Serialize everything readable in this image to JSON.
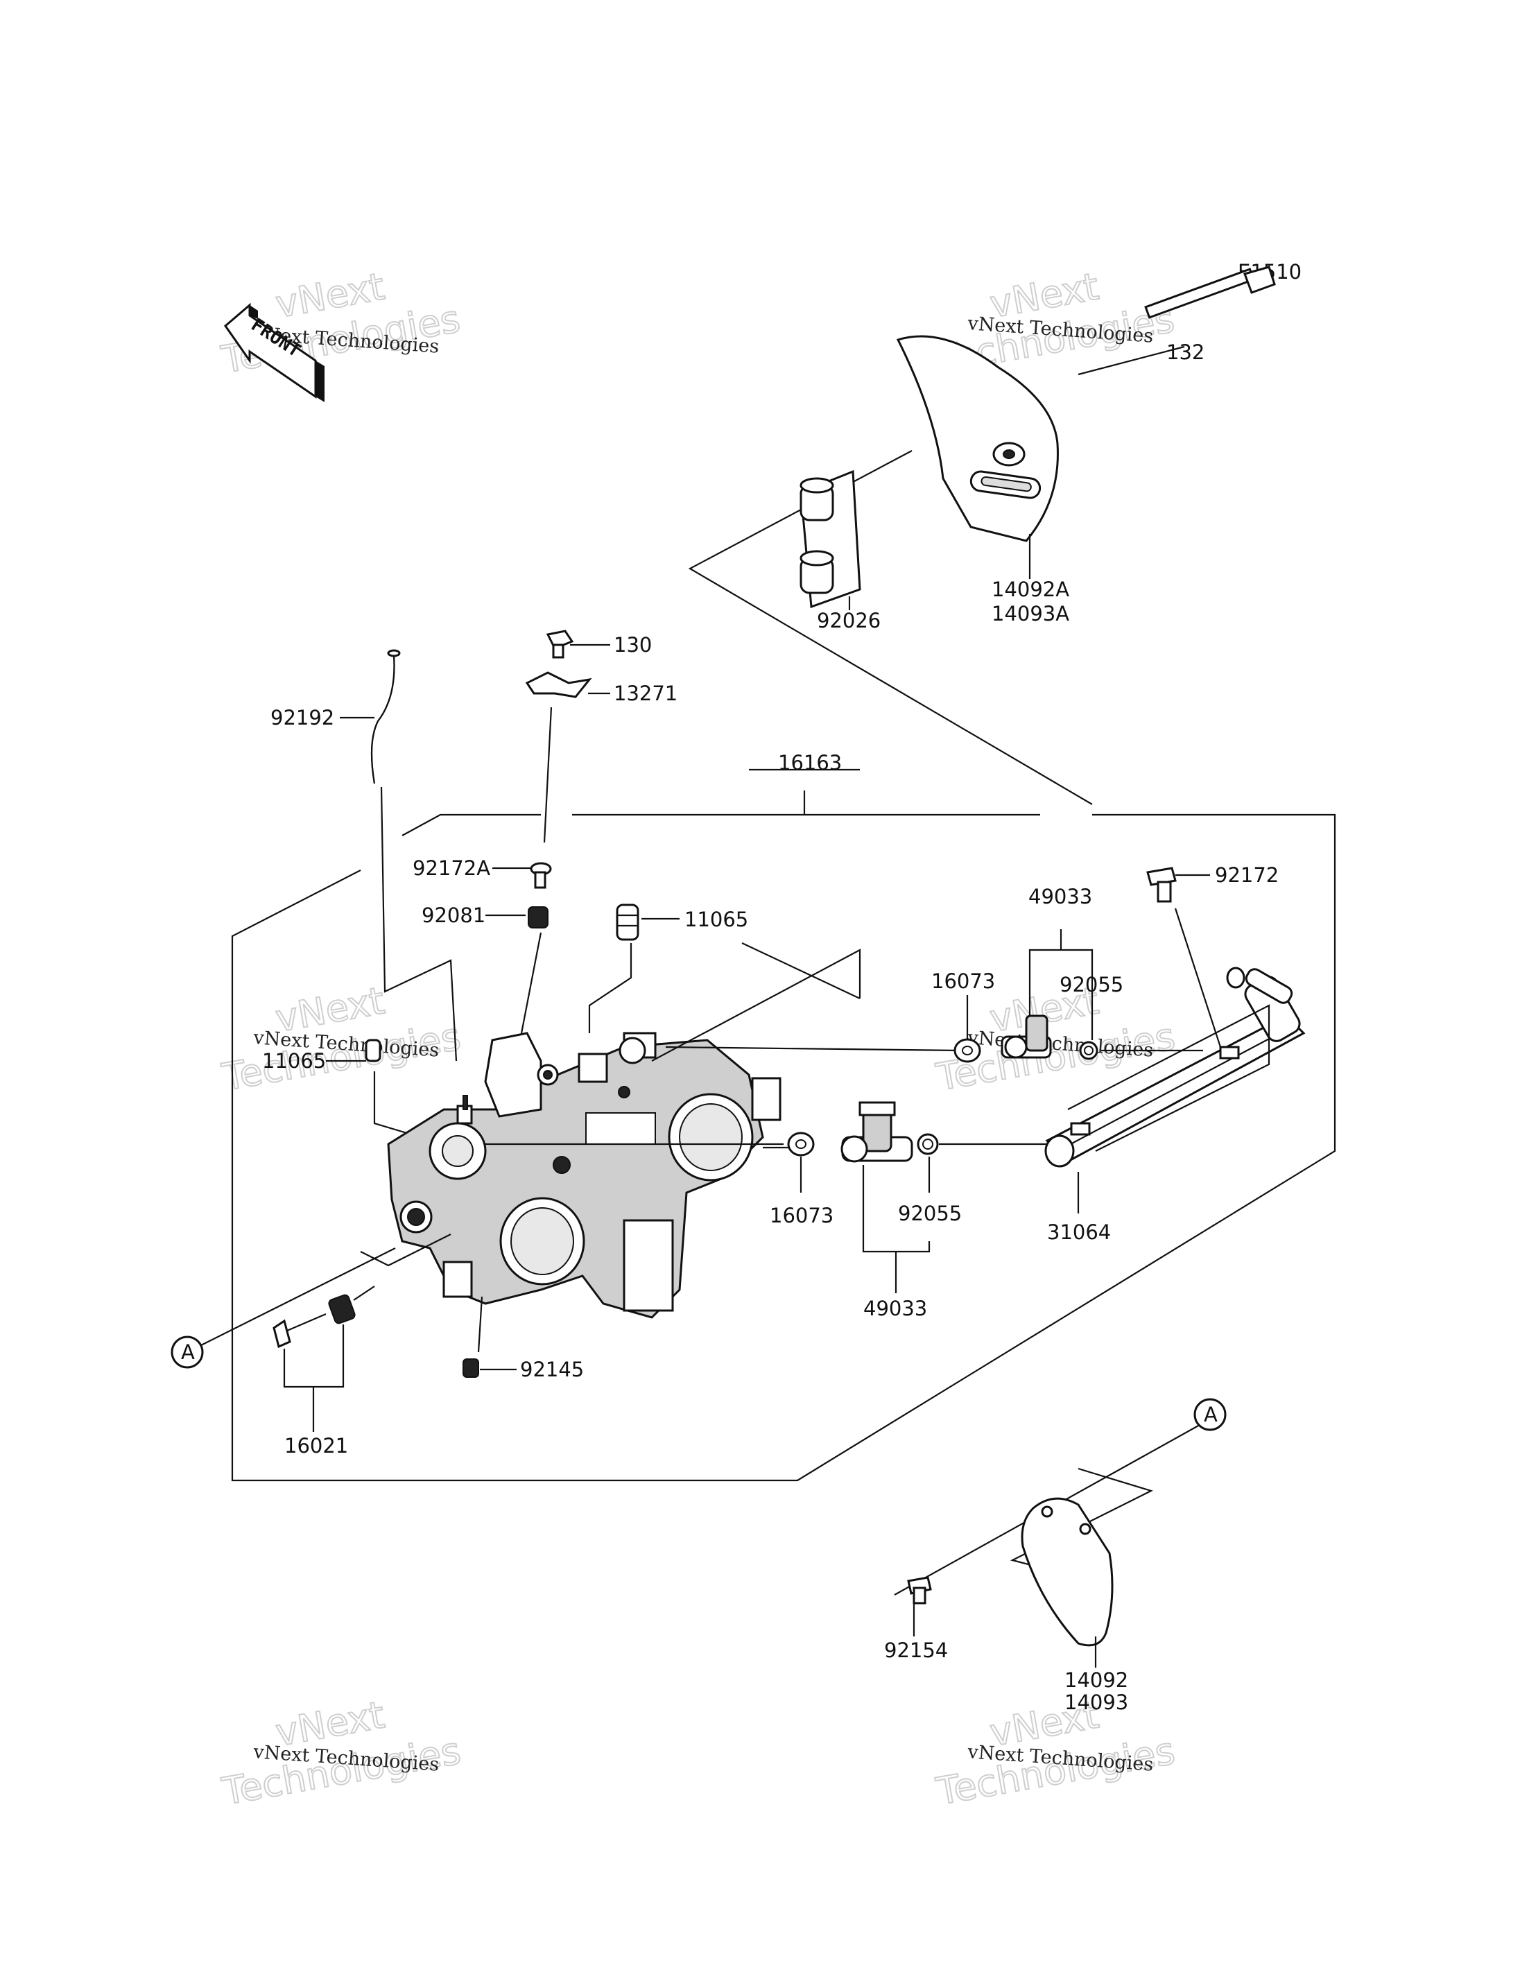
{
  "diagram_code": "E1510",
  "front_label": "FRONT",
  "watermark": {
    "line1": "vNext",
    "line2": "Technologies",
    "small": "vNext Technologies"
  },
  "callouts": {
    "c132": "132",
    "c14092A": "14092A",
    "c14093A": "14093A",
    "c92026": "92026",
    "c130": "130",
    "c13271": "13271",
    "c92192": "92192",
    "c16163": "16163",
    "c92172A": "92172A",
    "c92172": "92172",
    "c92081": "92081",
    "c11065a": "11065",
    "c11065b": "11065",
    "c49033a": "49033",
    "c92055a": "92055",
    "c16073a": "16073",
    "c16073b": "16073",
    "c92055b": "92055",
    "c49033b": "49033",
    "c31064": "31064",
    "c92145": "92145",
    "c16021": "16021",
    "c92154": "92154",
    "c14092": "14092",
    "c14093": "14093",
    "refA1": "A",
    "refA2": "A"
  }
}
